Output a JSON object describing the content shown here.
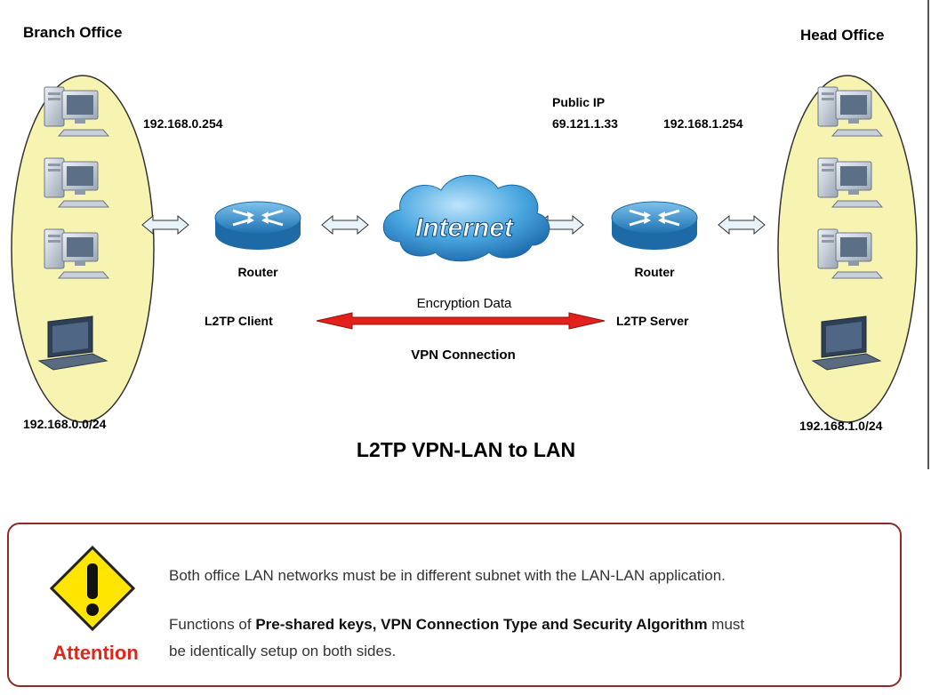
{
  "diagram": {
    "branch_title": "Branch Office",
    "head_title": "Head Office",
    "branch_gateway": "192.168.0.254",
    "public_ip_label": "Public IP",
    "public_ip": "69.121.1.33",
    "head_gateway": "192.168.1.254",
    "router_left": "Router",
    "router_right": "Router",
    "internet": "Internet",
    "encryption": "Encryption Data",
    "client": "L2TP Client",
    "server": "L2TP Server",
    "vpn": "VPN Connection",
    "branch_subnet": "192.168.0.0/24",
    "head_subnet": "192.168.1.0/24",
    "caption": "L2TP VPN-LAN to LAN"
  },
  "attention": {
    "label": "Attention",
    "line1": "Both office LAN networks must be in different subnet with the LAN-LAN application.",
    "line2_pre": "Functions of ",
    "line2_bold": "Pre-shared keys, VPN Connection Type and Security Algorithm",
    "line2_post": " must",
    "line3": "be identically setup on both sides."
  },
  "colors": {
    "zone": "#f7f3b0",
    "router": "#2a86c5",
    "vpn_arrow": "#e3201b",
    "attention_text": "#e0261b",
    "frame": "#8b2b2b"
  }
}
